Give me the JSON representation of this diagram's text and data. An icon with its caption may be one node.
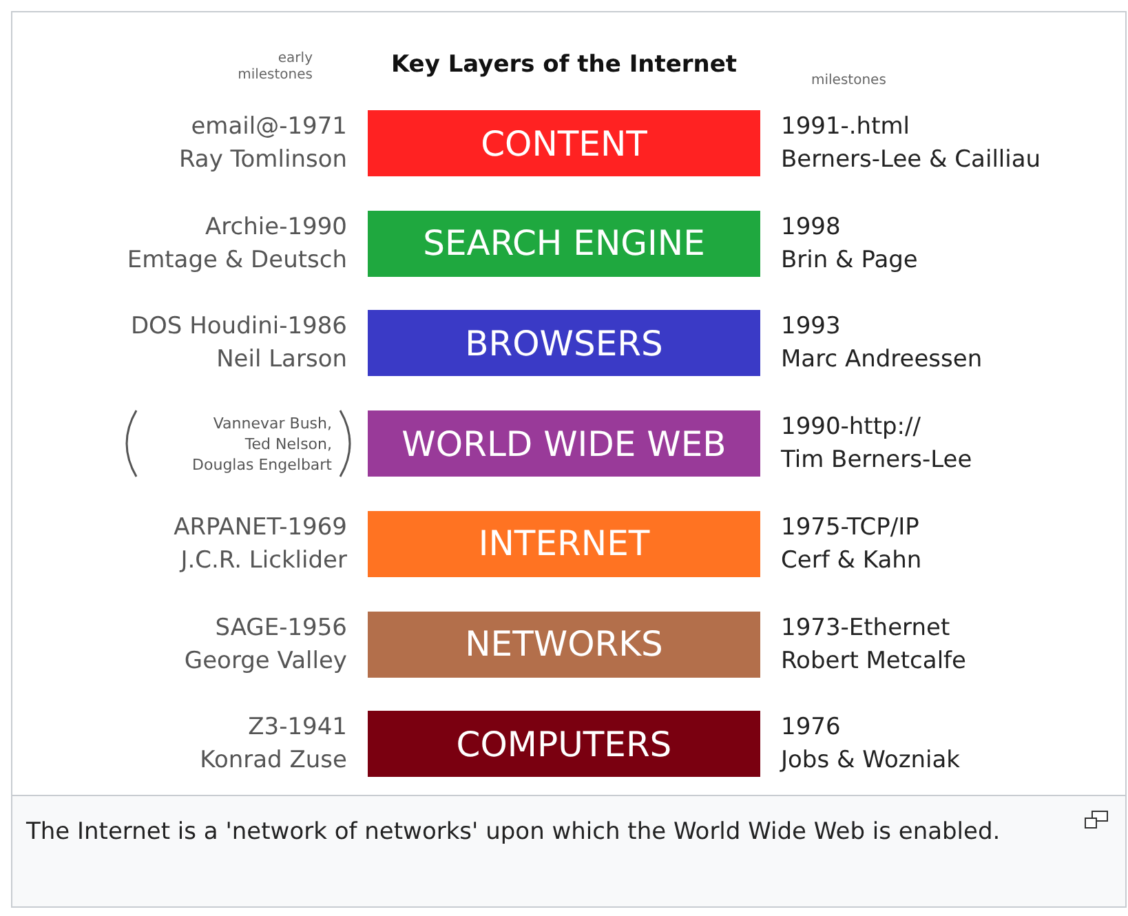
{
  "diagram": {
    "title": "Key Layers of the Internet",
    "caption": "The Internet is a 'network of networks' upon which the World Wide Web is enabled.",
    "nodes": [
      {
        "text": [
          "CONTENT"
        ],
        "beside": [
          "email@-1971",
          "Ray Tomlinson",
          "1991-.html",
          "Berners-Lee & Cailliau"
        ]
      },
      {
        "text": [
          "SEARCH ENGINE"
        ],
        "beside": [
          "Archie-1990",
          "Emtage & Deutsch",
          "1998",
          "Brin & Page"
        ]
      },
      {
        "text": [
          "BROWSERS"
        ],
        "beside": [
          "DOS Houdini-1986",
          "Neil Larson",
          "1993",
          "Marc Andreessen"
        ]
      },
      {
        "text": [
          "WORLD WIDE WEB"
        ],
        "beside": [
          "Vannevar Bush,",
          "Ted Nelson,",
          "Douglas Engelbart",
          "1990-http://",
          "Tim Berners-Lee"
        ]
      },
      {
        "text": [
          "INTERNET"
        ],
        "beside": [
          "ARPANET-1969",
          "J.C.R. Licklider",
          "1975-TCP/IP",
          "Cerf & Kahn"
        ]
      },
      {
        "text": [
          "NETWORKS"
        ],
        "beside": [
          "SAGE-1956",
          "George Valley",
          "1973-Ethernet",
          "Robert Metcalfe"
        ]
      },
      {
        "text": [
          "COMPUTERS"
        ],
        "beside": [
          "Z3-1941",
          "Konrad Zuse",
          "1976",
          "Jobs & Wozniak"
        ]
      }
    ],
    "labels": [
      "early milestones",
      "milestones"
    ]
  }
}
